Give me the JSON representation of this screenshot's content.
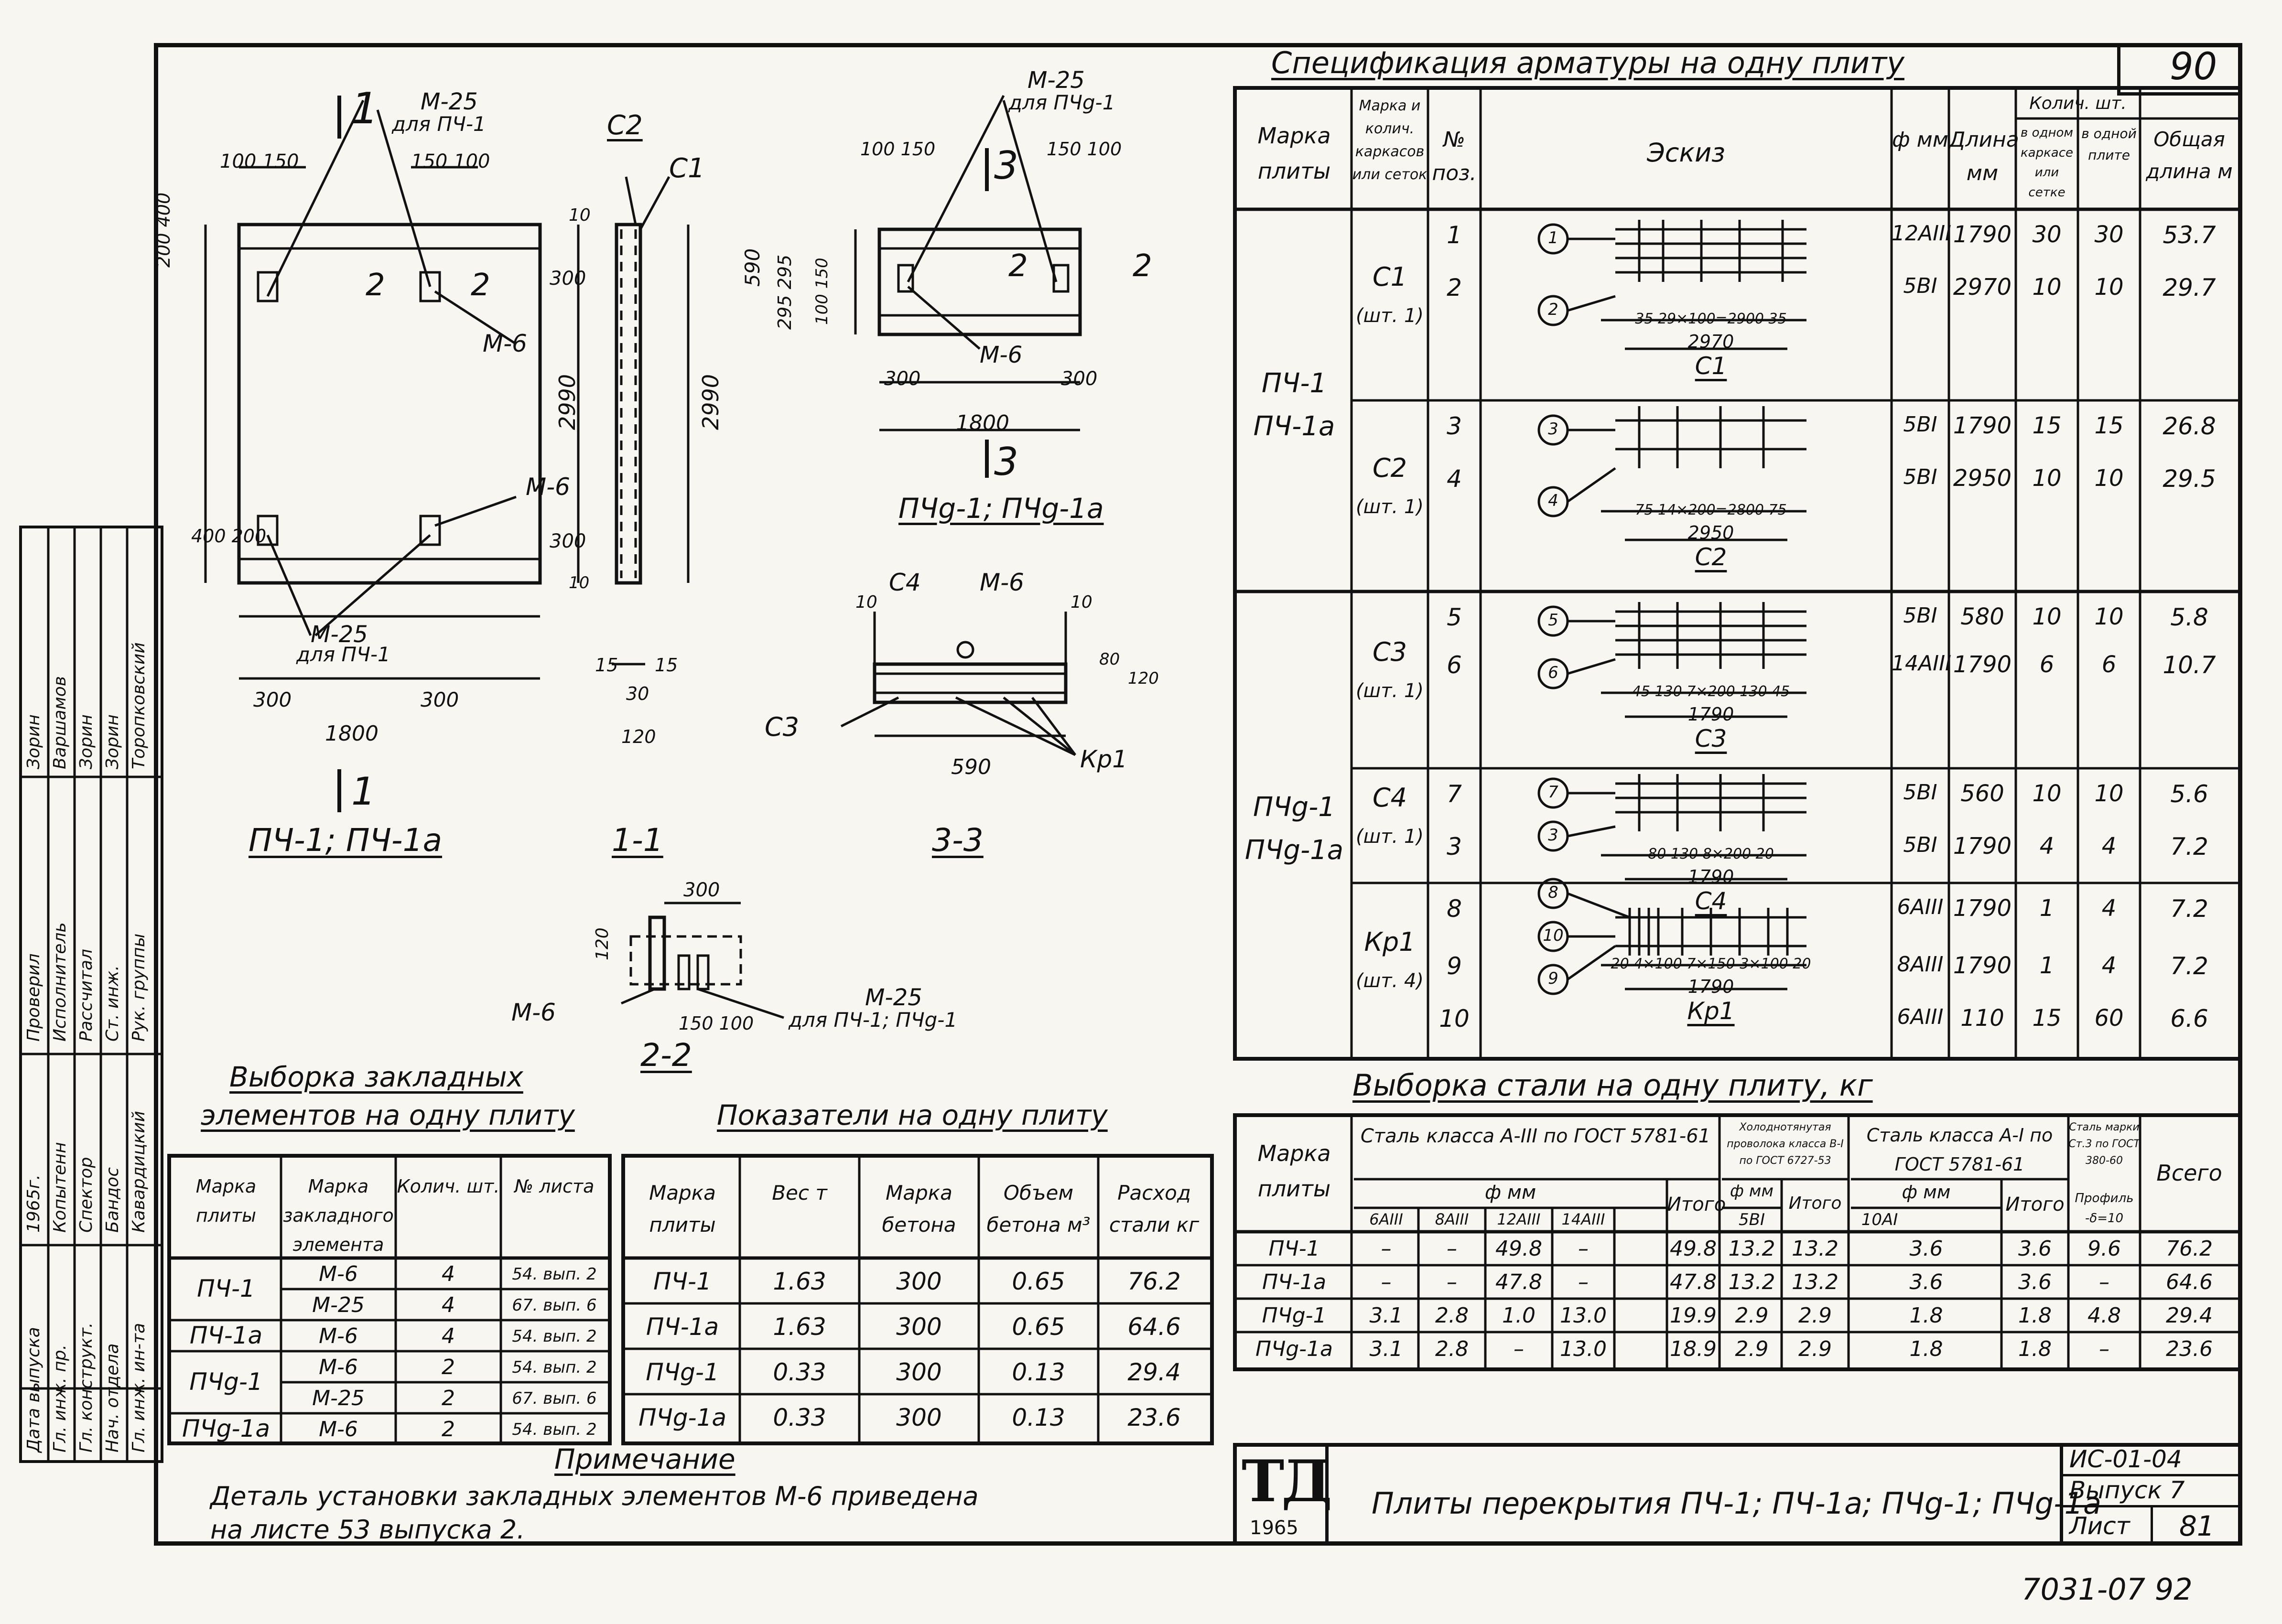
{
  "sheet_number": "90",
  "footer_number": "7031-07   92",
  "stamp": {
    "rows": [
      {
        "role": "Рук. группы",
        "name": "Торопковский"
      },
      {
        "role": "Ст. инж.",
        "name": "Зорин"
      },
      {
        "role": "Рассчитал",
        "name": "Зорин"
      },
      {
        "role": "Исполнитель",
        "name": "Варшамов"
      },
      {
        "role": "Проверил",
        "name": "Зорин"
      },
      {
        "role": "Гл. инж. ин-та",
        "name": "Кавардицкий"
      },
      {
        "role": "Нач. отдела",
        "name": "Бандос"
      },
      {
        "role": "Гл. конструкт.",
        "name": "Спектор"
      },
      {
        "role": "Гл. инж. пр.",
        "name": "Копытенн"
      },
      {
        "role": "Дата выпуска",
        "name": "1965г."
      }
    ]
  },
  "drawings": {
    "plan1": {
      "section_mark": "1",
      "title": "ПЧ-1; ПЧ-1а",
      "labels": {
        "m25_top": "М-25",
        "m25_top_note": "для ПЧ-1",
        "m25_bot": "М-25",
        "m25_bot_note": "для ПЧ-1",
        "m6_a": "М-6",
        "m6_b": "М-6",
        "dim_100_150_l": "100 150",
        "dim_150_100_r": "150 100",
        "dim_200_400": "200 400",
        "dim_300_a": "300",
        "dim_2990": "2990",
        "dim_400_200": "400 200",
        "dim_300_b": "300",
        "dim_300_bl": "300",
        "dim_300_br": "300",
        "dim_1800": "1800",
        "mark2_l": "2",
        "mark2_r": "2",
        "sec1_bottom": "1"
      }
    },
    "section11": {
      "title": "1-1",
      "labels": {
        "c2": "С2",
        "c1": "С1",
        "dim_10": "10",
        "dim_2990": "2990",
        "dim_15_l": "15",
        "dim_15_r": "15",
        "dim_30": "30",
        "dim_120": "120",
        "dim_10b": "10"
      }
    },
    "plan3": {
      "section_mark": "3",
      "title": "ПЧg-1; ПЧg-1а",
      "labels": {
        "m25": "М-25",
        "m25_note": "для ПЧg-1",
        "m6": "М-6",
        "dim_100_150": "100 150",
        "dim_150_100": "150 100",
        "dim_590": "590",
        "dim_295_295": "295 295",
        "dim_100_150_v": "100 150",
        "dim_300_l": "300",
        "dim_300_r": "300",
        "dim_1800": "1800",
        "mark2_l": "2",
        "mark2_r": "2",
        "sec3_bottom": "3"
      }
    },
    "section33": {
      "title": "3-3",
      "labels": {
        "c4": "С4",
        "m6": "М-6",
        "c3": "С3",
        "kr1": "Кр1",
        "dim_10_l": "10",
        "dim_10_r": "10",
        "dim_80": "80",
        "dim_120": "120",
        "dim_590": "590"
      }
    },
    "section22": {
      "title": "2-2",
      "labels": {
        "dim_300": "300",
        "dim_120": "120",
        "m6": "М-6",
        "m25": "М-25",
        "m25_note": "для ПЧ-1; ПЧg-1",
        "dim_150_100": "150 100"
      }
    }
  },
  "spec": {
    "title": "Спецификация арматуры на одну плиту",
    "headers": [
      "Марка плиты",
      "Марка и колич. каркасов или сеток",
      "№ поз.",
      "Эскиз",
      "ф мм",
      "Длина мм",
      "Колич. шт. в одном каркасе или сетке",
      "Колич. шт. в одной плите",
      "Общая длина м"
    ],
    "header_group": "Колич. шт.",
    "groups": [
      {
        "plate": "ПЧ-1\nПЧ-1а",
        "items": [
          {
            "mark": "С1",
            "qty": "(шт. 1)",
            "rows": [
              {
                "pos": "1",
                "phi": "12АIII",
                "len": "1790",
                "n1": "30",
                "n2": "30",
                "total": "53.7"
              },
              {
                "pos": "2",
                "phi": "5ВI",
                "len": "2970",
                "n1": "10",
                "n2": "10",
                "total": "29.7"
              }
            ],
            "sketch_label": "С1",
            "sketch_dims": "35 29×100=2900 35",
            "sketch_total": "2970"
          },
          {
            "mark": "С2",
            "qty": "(шт. 1)",
            "rows": [
              {
                "pos": "3",
                "phi": "5ВI",
                "len": "1790",
                "n1": "15",
                "n2": "15",
                "total": "26.8"
              },
              {
                "pos": "4",
                "phi": "5ВI",
                "len": "2950",
                "n1": "10",
                "n2": "10",
                "total": "29.5"
              }
            ],
            "sketch_label": "С2",
            "sketch_dims": "75 14×200=2800 75",
            "sketch_total": "2950"
          }
        ]
      },
      {
        "plate": "ПЧg-1\nПЧg-1а",
        "items": [
          {
            "mark": "С3",
            "qty": "(шт. 1)",
            "rows": [
              {
                "pos": "5",
                "phi": "5ВI",
                "len": "580",
                "n1": "10",
                "n2": "10",
                "total": "5.8"
              },
              {
                "pos": "6",
                "phi": "14АIII",
                "len": "1790",
                "n1": "6",
                "n2": "6",
                "total": "10.7"
              }
            ],
            "sketch_label": "С3",
            "sketch_dims": "45 130 7×200 130 45",
            "sketch_total": "1790"
          },
          {
            "mark": "С4",
            "qty": "(шт. 1)",
            "rows": [
              {
                "pos": "7",
                "phi": "5ВI",
                "len": "560",
                "n1": "10",
                "n2": "10",
                "total": "5.6"
              },
              {
                "pos": "3",
                "phi": "5ВI",
                "len": "1790",
                "n1": "4",
                "n2": "4",
                "total": "7.2"
              }
            ],
            "sketch_label": "С4",
            "sketch_dims": "80 130 8×200 20",
            "sketch_total": "1790"
          },
          {
            "mark": "Кр1",
            "qty": "(шт. 4)",
            "rows": [
              {
                "pos": "8",
                "phi": "6АIII",
                "len": "1790",
                "n1": "1",
                "n2": "4",
                "total": "7.2"
              },
              {
                "pos": "9",
                "phi": "8АIII",
                "len": "1790",
                "n1": "1",
                "n2": "4",
                "total": "7.2"
              },
              {
                "pos": "10",
                "phi": "6АIII",
                "len": "110",
                "n1": "15",
                "n2": "60",
                "total": "6.6"
              }
            ],
            "sketch_label": "Кр1",
            "sketch_dims": "20 4×100 7×150 3×100 20",
            "sketch_total": "1790"
          }
        ]
      }
    ]
  },
  "steel": {
    "title": "Выборка стали на одну плиту, кг",
    "head_plate": "Марка плиты",
    "head_a3": "Сталь класса А-III по ГОСТ 5781-61",
    "head_wire": "Холоднотянутая проволока класса В-I по ГОСТ 6727-53",
    "head_a1": "Сталь класса А-I по ГОСТ 5781-61",
    "head_prof": "Сталь марки Ст.3 по ГОСТ 380-60",
    "head_phi": "ф мм",
    "head_itogo": "Итого",
    "head_total": "Всего",
    "head_prof_sub": "Профиль -δ=10",
    "sub_a3": [
      "6АIII",
      "8АIII",
      "12АIII",
      "14АIII"
    ],
    "sub_wire": "5ВI",
    "sub_a1": "10АI",
    "rows": [
      {
        "plate": "ПЧ-1",
        "a6": "–",
        "a8": "–",
        "a12": "49.8",
        "a14": "–",
        "it1": "49.8",
        "b5": "13.2",
        "it2": "13.2",
        "a10": "3.6",
        "it3": "3.6",
        "prof": "9.6",
        "total": "76.2"
      },
      {
        "plate": "ПЧ-1а",
        "a6": "–",
        "a8": "–",
        "a12": "47.8",
        "a14": "–",
        "it1": "47.8",
        "b5": "13.2",
        "it2": "13.2",
        "a10": "3.6",
        "it3": "3.6",
        "prof": "–",
        "total": "64.6"
      },
      {
        "plate": "ПЧg-1",
        "a6": "3.1",
        "a8": "2.8",
        "a12": "1.0",
        "a14": "13.0",
        "it1": "19.9",
        "b5": "2.9",
        "it2": "2.9",
        "a10": "1.8",
        "it3": "1.8",
        "prof": "4.8",
        "total": "29.4"
      },
      {
        "plate": "ПЧg-1а",
        "a6": "3.1",
        "a8": "2.8",
        "a12": "–",
        "a14": "13.0",
        "it1": "18.9",
        "b5": "2.9",
        "it2": "2.9",
        "a10": "1.8",
        "it3": "1.8",
        "prof": "–",
        "total": "23.6"
      }
    ]
  },
  "embedded": {
    "title1": "Выборка закладных",
    "title2": "элементов на одну плиту",
    "headers": [
      "Марка плиты",
      "Марка закладного элемента",
      "Колич. шт.",
      "№ листа"
    ],
    "rows": [
      {
        "plate": "ПЧ-1",
        "items": [
          {
            "el": "М-6",
            "qty": "4",
            "sheet": "54. вып. 2"
          },
          {
            "el": "М-25",
            "qty": "4",
            "sheet": "67. вып. 6"
          }
        ]
      },
      {
        "plate": "ПЧ-1а",
        "items": [
          {
            "el": "М-6",
            "qty": "4",
            "sheet": "54. вып. 2"
          }
        ]
      },
      {
        "plate": "ПЧg-1",
        "items": [
          {
            "el": "М-6",
            "qty": "2",
            "sheet": "54. вып. 2"
          },
          {
            "el": "М-25",
            "qty": "2",
            "sheet": "67. вып. 6"
          }
        ]
      },
      {
        "plate": "ПЧg-1а",
        "items": [
          {
            "el": "М-6",
            "qty": "2",
            "sheet": "54. вып. 2"
          }
        ]
      }
    ]
  },
  "indicators": {
    "title": "Показатели на одну плиту",
    "headers": [
      "Марка плиты",
      "Вес т",
      "Марка бетона",
      "Объем бетона м³",
      "Расход стали кг"
    ],
    "rows": [
      [
        "ПЧ-1",
        "1.63",
        "300",
        "0.65",
        "76.2"
      ],
      [
        "ПЧ-1а",
        "1.63",
        "300",
        "0.65",
        "64.6"
      ],
      [
        "ПЧg-1",
        "0.33",
        "300",
        "0.13",
        "29.4"
      ],
      [
        "ПЧg-1а",
        "0.33",
        "300",
        "0.13",
        "23.6"
      ]
    ]
  },
  "note": {
    "title": "Примечание",
    "text1": "Деталь установки закладных элементов М-6 приведена",
    "text2": "на листе 53 выпуска 2."
  },
  "titleblock": {
    "logo": "ТД",
    "logo_year": "1965",
    "title": "Плиты перекрытия ПЧ-1; ПЧ-1а; ПЧg-1; ПЧg-1а",
    "series": "ИС-01-04",
    "issue": "Выпуск 7",
    "sheet_label": "Лист",
    "sheet": "81"
  }
}
